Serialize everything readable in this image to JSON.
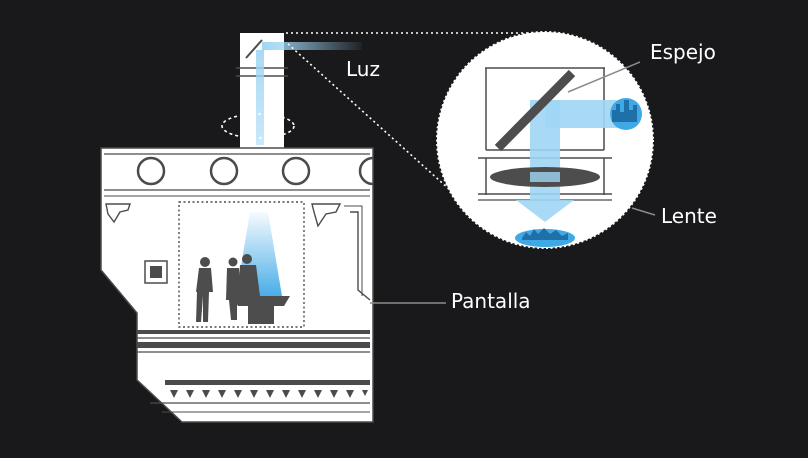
{
  "labels": {
    "light": "Luz",
    "mirror": "Espejo",
    "lens": "Lente",
    "screen": "Pantalla"
  },
  "colors": {
    "background": "#19181b",
    "structure": "#ffffff",
    "line": "#4b4b4b",
    "light_beam": "#9fd6f4",
    "light_strong": "#3fa9e6",
    "figure": "#4d4d4d",
    "callout_line": "#8c8c8c"
  }
}
